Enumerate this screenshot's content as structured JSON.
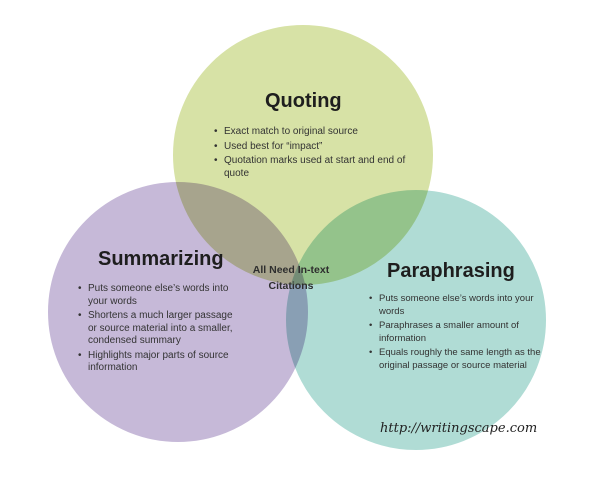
{
  "colors": {
    "quoting": "#d7e2a6",
    "summarizing": "#c6b9d8",
    "paraphrasing": "#b0dcd5"
  },
  "quoting": {
    "title": "Quoting",
    "bullets": [
      "Exact match to original source",
      "Used best for “impact”",
      "Quotation marks used at start and end of quote"
    ]
  },
  "summarizing": {
    "title": "Summarizing",
    "bullets": [
      "Puts someone else’s words into your words",
      "Shortens a much larger passage or source material into a smaller, condensed summary",
      "Highlights major parts of source information"
    ]
  },
  "paraphrasing": {
    "title": "Paraphrasing",
    "bullets": [
      "Puts someone else’s words into your words",
      "Paraphrases a smaller amount of information",
      "Equals roughly the same length as the original passage or source material"
    ]
  },
  "center": {
    "line1": "All Need In-text",
    "line2": "Citations"
  },
  "watermark": "http://writingscape.com"
}
